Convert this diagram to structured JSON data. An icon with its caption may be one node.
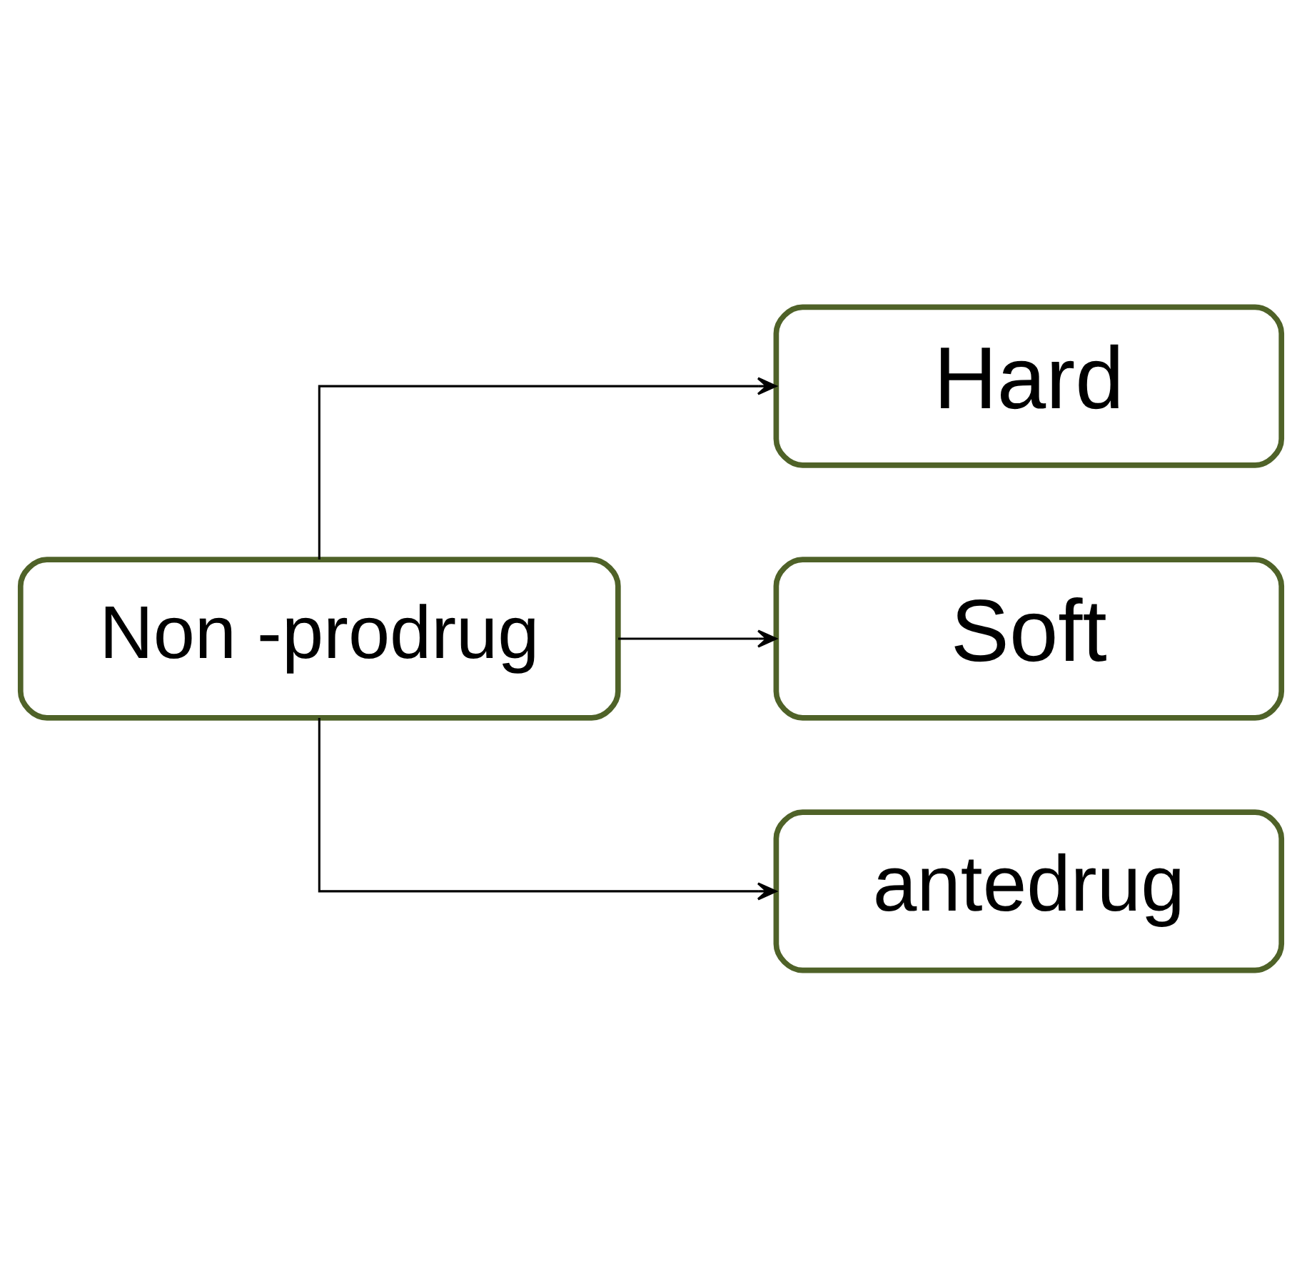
{
  "diagram": {
    "nodes": [
      {
        "text": [
          "Non -prodrug"
        ]
      },
      {
        "text": [
          "Hard"
        ]
      },
      {
        "text": [
          "Soft"
        ]
      },
      {
        "text": [
          "antedrug"
        ]
      }
    ],
    "edges": [
      {
        "from": 0,
        "to": 1,
        "arrow": "to"
      },
      {
        "from": 0,
        "to": 2,
        "arrow": "to"
      },
      {
        "from": 0,
        "to": 3,
        "arrow": "to"
      }
    ]
  }
}
